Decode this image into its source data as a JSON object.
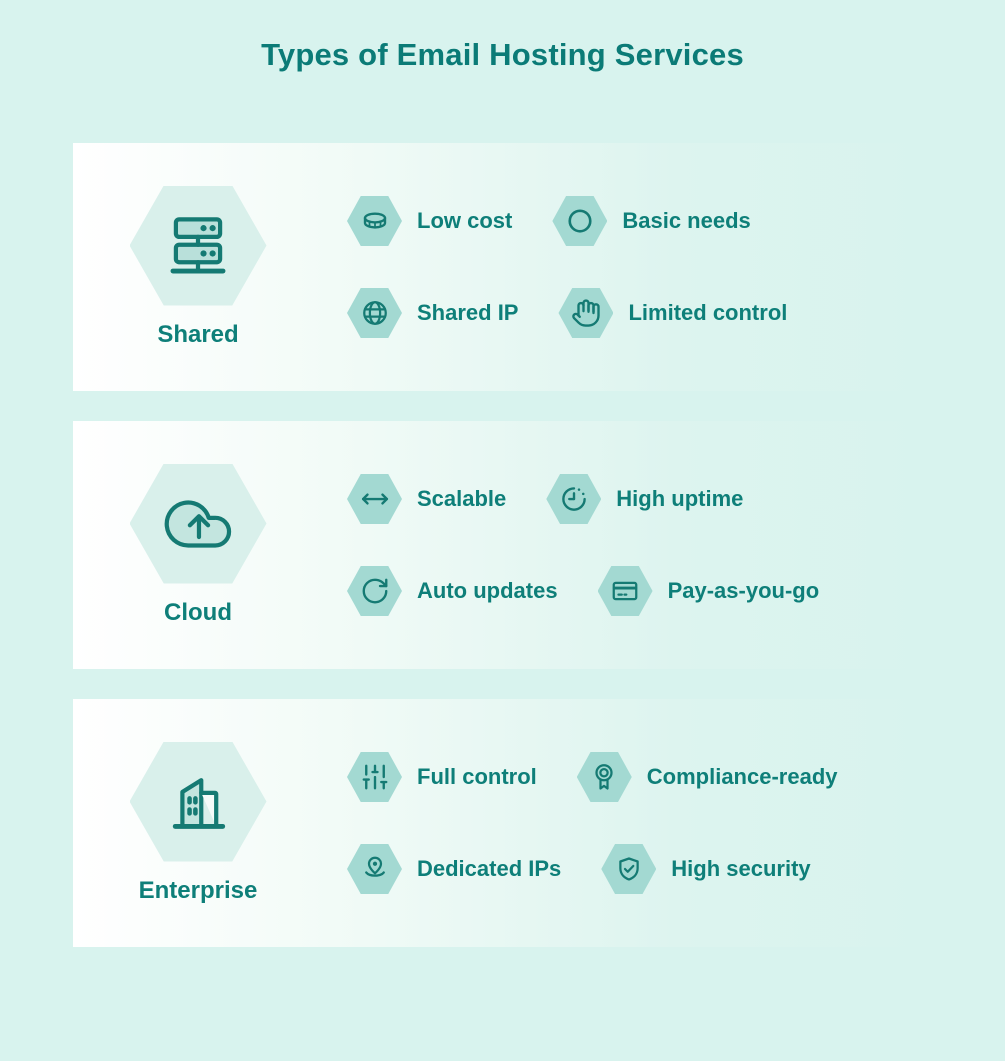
{
  "title": "Types of Email Hosting Services",
  "colors": {
    "background": "#d8f3ee",
    "title_text": "#0b7b77",
    "label_text": "#0e7f79",
    "icon_stroke": "#157a73",
    "hex_small_fill": "#a3d9d2",
    "hex_large_fill": "#d9f0eb",
    "card_gradient_start": "#ffffff",
    "card_gradient_end": "#d8f3ee"
  },
  "sections": [
    {
      "id": "shared",
      "label": "Shared",
      "icon": "servers-icon",
      "features": [
        {
          "label": "Low cost",
          "icon": "coin-icon"
        },
        {
          "label": "Basic needs",
          "icon": "circle-icon"
        },
        {
          "label": "Shared IP",
          "icon": "globe-icon"
        },
        {
          "label": "Limited control",
          "icon": "hand-icon"
        }
      ]
    },
    {
      "id": "cloud",
      "label": "Cloud",
      "icon": "cloud-upload-icon",
      "features": [
        {
          "label": "Scalable",
          "icon": "horizontal-arrows-icon"
        },
        {
          "label": "High uptime",
          "icon": "clock-dashed-icon"
        },
        {
          "label": "Auto updates",
          "icon": "refresh-icon"
        },
        {
          "label": "Pay-as-you-go",
          "icon": "credit-card-icon"
        }
      ]
    },
    {
      "id": "enterprise",
      "label": "Enterprise",
      "icon": "building-icon",
      "features": [
        {
          "label": "Full control",
          "icon": "sliders-icon"
        },
        {
          "label": "Compliance-ready",
          "icon": "award-icon"
        },
        {
          "label": "Dedicated IPs",
          "icon": "location-pin-icon"
        },
        {
          "label": "High security",
          "icon": "shield-check-icon"
        }
      ]
    }
  ]
}
